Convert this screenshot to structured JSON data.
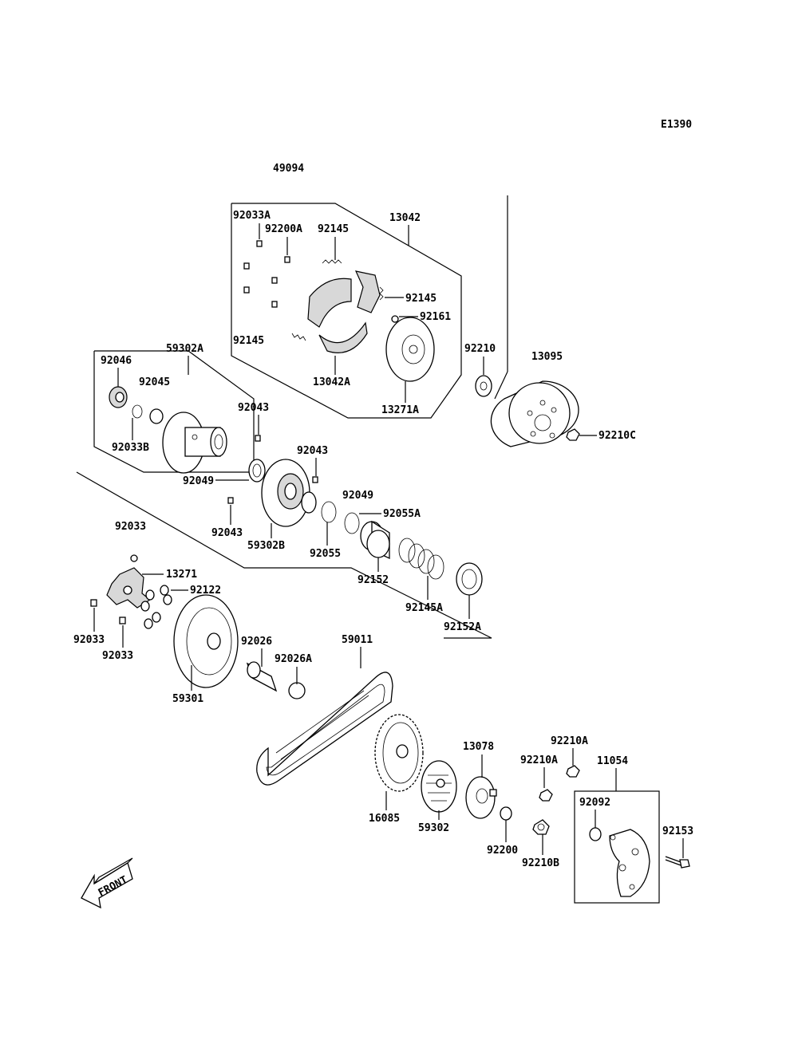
{
  "diagram_code": "E1390",
  "top_label": "49094",
  "front_label": "FRONT",
  "labels": {
    "p92033A": "92033A",
    "p92200A": "92200A",
    "p92145_top": "92145",
    "p13042": "13042",
    "p92145_mid": "92145",
    "p92161": "92161",
    "p92145_left": "92145",
    "p13042A": "13042A",
    "p13271A": "13271A",
    "p92210": "92210",
    "p13095": "13095",
    "p92210C": "92210C",
    "p92046": "92046",
    "p59302A": "59302A",
    "p92045": "92045",
    "p92043_a": "92043",
    "p92033B": "92033B",
    "p92043_b": "92043",
    "p92049_a": "92049",
    "p92049_b": "92049",
    "p92055A": "92055A",
    "p92043_c": "92043",
    "p59302B": "59302B",
    "p92055": "92055",
    "p92152": "92152",
    "p92145A": "92145A",
    "p92152A": "92152A",
    "p92033_main": "92033",
    "p13271": "13271",
    "p92122": "92122",
    "p92033_l": "92033",
    "p92033_b": "92033",
    "p59301": "59301",
    "p92026": "92026",
    "p92026A": "92026A",
    "p59011": "59011",
    "p13078": "13078",
    "p92210A_a": "92210A",
    "p92210A_b": "92210A",
    "p11054": "11054",
    "p92092": "92092",
    "p92153": "92153",
    "p16085": "16085",
    "p59302": "59302",
    "p92200": "92200",
    "p92210B": "92210B"
  }
}
